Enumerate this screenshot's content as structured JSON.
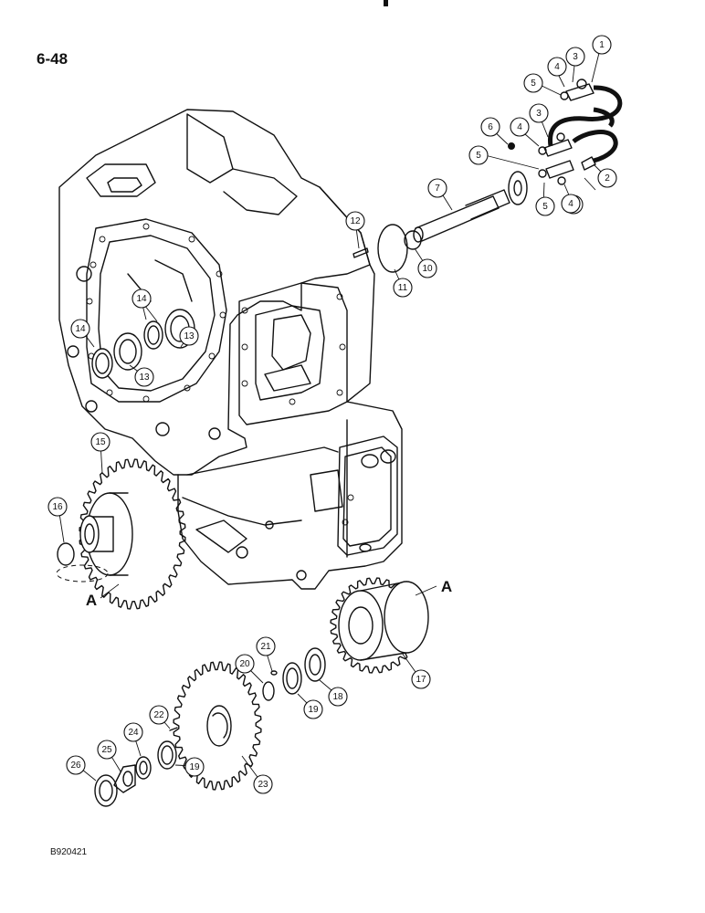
{
  "page_label": "6-48",
  "figure_code": "B920421",
  "view_letters": [
    "A",
    "A"
  ],
  "callouts": [
    "1",
    "2",
    "3",
    "3",
    "3",
    "4",
    "4",
    "4",
    "5",
    "5",
    "5",
    "6",
    "7",
    "10",
    "11",
    "12",
    "13",
    "13",
    "14",
    "14",
    "15",
    "16",
    "17",
    "18",
    "19",
    "19",
    "20",
    "21",
    "22",
    "23",
    "24",
    "25",
    "26"
  ]
}
